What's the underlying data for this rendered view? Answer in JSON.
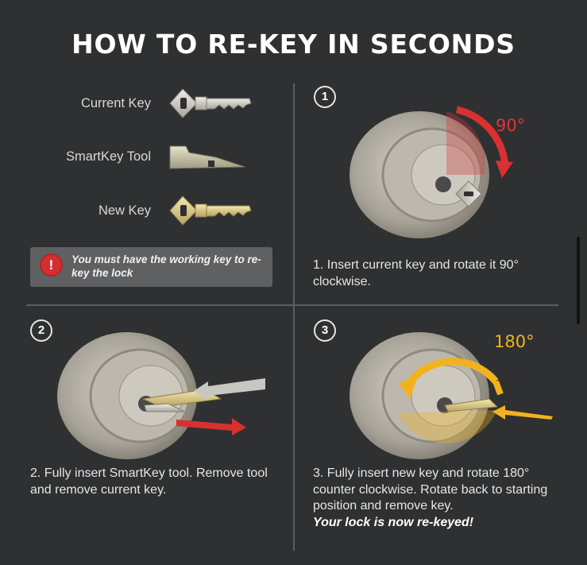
{
  "title": "HOW TO RE-KEY IN SECONDS",
  "legend": {
    "current_key": "Current Key",
    "smartkey_tool": "SmartKey Tool",
    "new_key": "New Key"
  },
  "warning": {
    "icon": "!",
    "text": "You must have the working key to re-key the lock"
  },
  "steps": [
    {
      "number": "1",
      "text": "1. Insert current key and rotate it 90° clockwise.",
      "angle_label": "90°"
    },
    {
      "number": "2",
      "text": "2. Fully insert SmartKey tool. Remove tool and remove current key."
    },
    {
      "number": "3",
      "text": "3. Fully insert new key and rotate 180° counter clockwise. Rotate back to starting position and remove key.",
      "emphasis": "Your lock is now re-keyed!",
      "angle_label": "180°"
    }
  ],
  "colors": {
    "background": "#2f3031",
    "warning_red": "#d42f2f",
    "arrow_red": "#d93030",
    "arrow_yellow": "#f2b21e",
    "silver": "#c9c6bd",
    "brass": "#d9c98b"
  }
}
